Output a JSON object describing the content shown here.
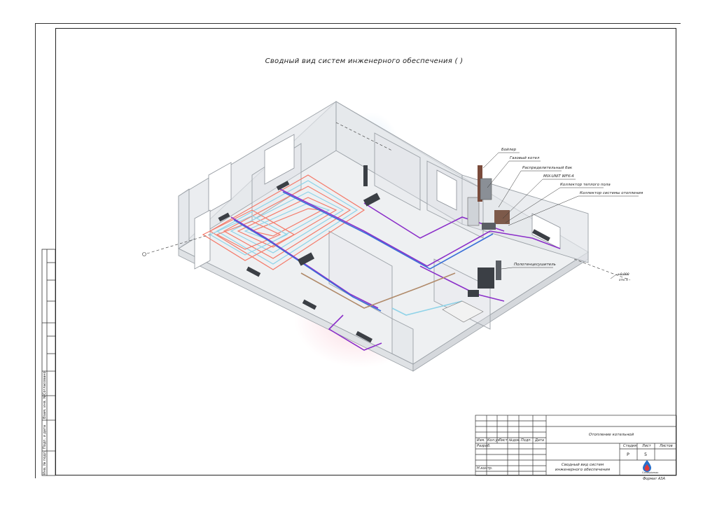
{
  "sheet": {
    "title": "Сводный вид систем инженерного обеспечения ( )"
  },
  "callouts": [
    {
      "id": "boiler",
      "text": "Бойлер"
    },
    {
      "id": "gas",
      "text": "Газовый котел"
    },
    {
      "id": "dist",
      "text": "Распределительный бак"
    },
    {
      "id": "mix",
      "text": "MIX-UNIT WFK-4"
    },
    {
      "id": "floor",
      "text": "Коллектор теплого пола"
    },
    {
      "id": "heat",
      "text": "Коллектор системы отопления"
    },
    {
      "id": "towel",
      "text": "Полотенцесушитель"
    }
  ],
  "elevation": {
    "value": "+0,000",
    "note": "отм. 0"
  },
  "side_stamp": [
    "Согласовано",
    "Взам. инв. №",
    "Подп. и дата",
    "Инв. № подл."
  ],
  "title_block": {
    "project": "Отопление котельной",
    "sheet_title": "Сводный вид систем инженерного обеспечения",
    "headers": [
      "Изм.",
      "Кол.уч",
      "Лист",
      "№док.",
      "Подп.",
      "Дата"
    ],
    "row_dev": "Разраб.",
    "row_norm": "Н.контр.",
    "stage_label": "Стадия",
    "sheet_label": "Лист",
    "sheets_label": "Листов",
    "stage": "Р",
    "sheet_no": "5",
    "format": "Формат А3А",
    "company": "Conteplomax"
  },
  "colors": {
    "warm_floor": "#f47b6b",
    "floor_alt": "#8fd3e8",
    "supply": "#8b2fc9",
    "return": "#3a6fd8",
    "walls": "#9aa0a6",
    "logo_red": "#e03a3a",
    "logo_blue": "#2a6fc9"
  }
}
